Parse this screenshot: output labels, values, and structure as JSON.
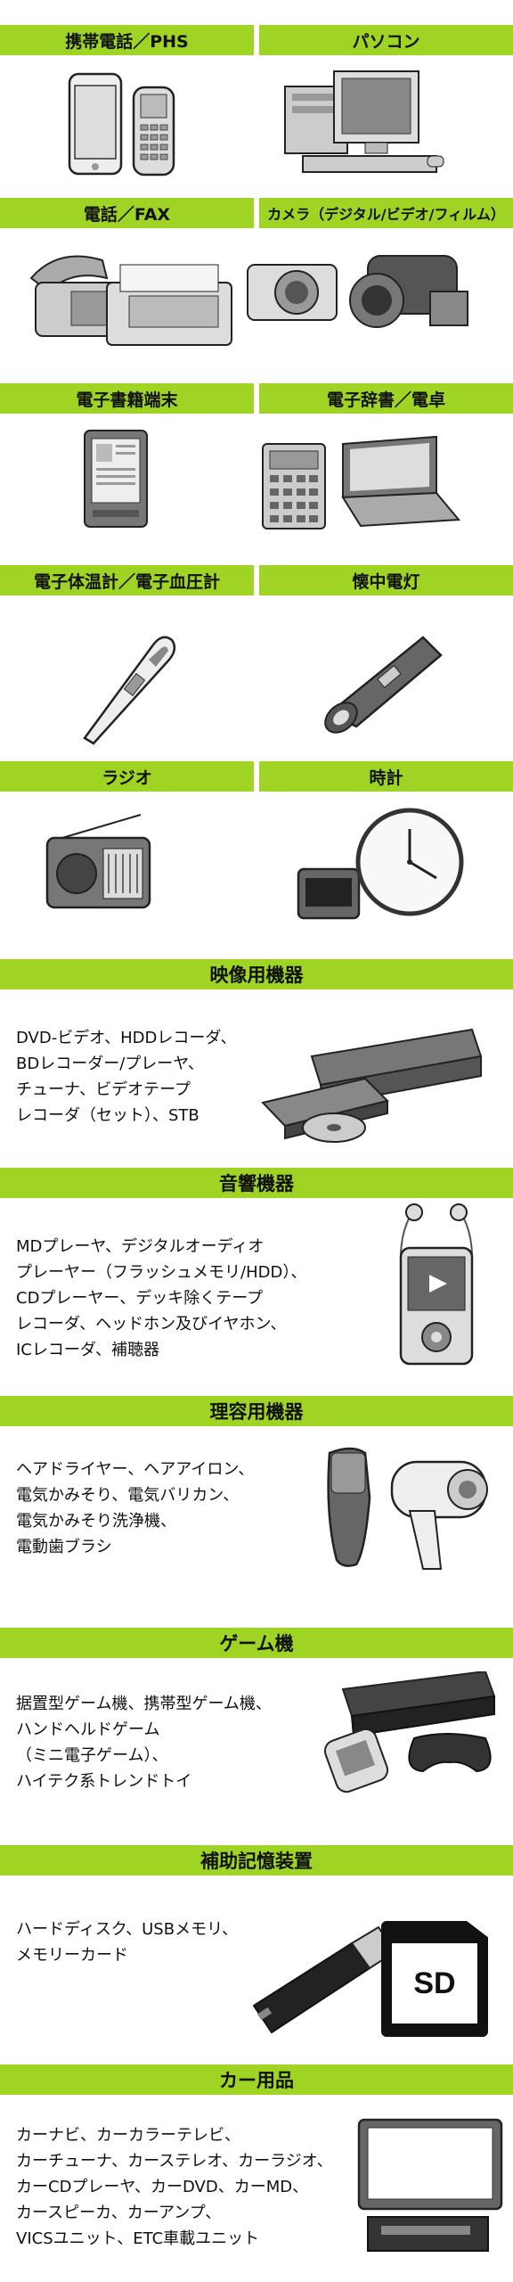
{
  "pairs": [
    {
      "left": "携帯電話／PHS",
      "right": "パソコン"
    },
    {
      "left": "電話／FAX",
      "right": "カメラ（デジタル/ビデオ/フィルム）"
    },
    {
      "left": "電子書籍端末",
      "right": "電子辞書／電卓"
    },
    {
      "left": "電子体温計／電子血圧計",
      "right": "懐中電灯"
    },
    {
      "left": "ラジオ",
      "right": "時計"
    }
  ],
  "sections": [
    {
      "title": "映像用機器",
      "desc": "DVD-ビデオ、HDDレコーダ、\nBDレコーダー/プレーヤ、\nチューナ、ビデオテープ\nレコーダ（セット）、STB"
    },
    {
      "title": "音響機器",
      "desc": "MDプレーヤ、デジタルオーディオ\nプレーヤー（フラッシュメモリ/HDD）、\nCDプレーヤー、デッキ除くテープ\nレコーダ、ヘッドホン及びイヤホン、\nICレコーダ、補聴器"
    },
    {
      "title": "理容用機器",
      "desc": "ヘアドライヤー、ヘアアイロン、\n電気かみそり、電気バリカン、\n電気かみそり洗浄機、\n電動歯ブラシ"
    },
    {
      "title": "ゲーム機",
      "desc": "据置型ゲーム機、携帯型ゲーム機、\nハンドヘルドゲーム\n（ミニ電子ゲーム）、\nハイテク系トレンドトイ"
    },
    {
      "title": "補助記憶装置",
      "desc": "ハードディスク、USBメモリ、\nメモリーカード"
    },
    {
      "title": "カー用品",
      "desc": "カーナビ、カーカラーテレビ、\nカーチューナ、カーステレオ、カーラジオ、\nカーCDプレーヤ、カーDVD、カーMD、\nカースピーカ、カーアンプ、\nVICSユニット、ETC車載ユニット"
    }
  ],
  "labels": {
    "sd": "SD"
  }
}
